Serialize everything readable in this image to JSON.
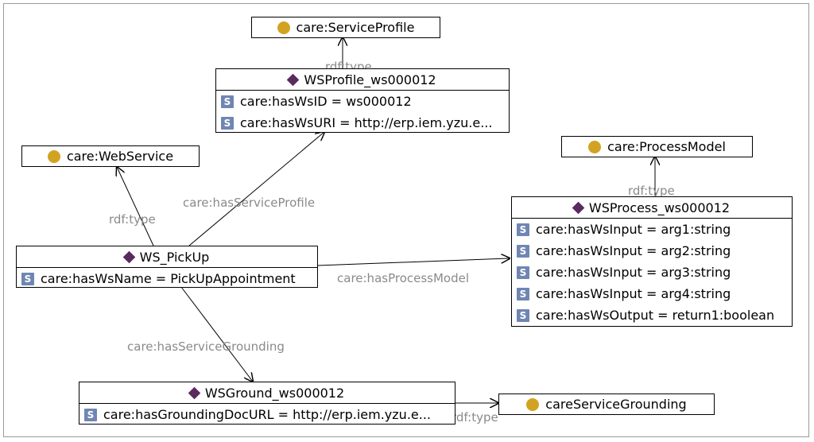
{
  "classes": {
    "service_profile": "care:ServiceProfile",
    "web_service": "care:WebService",
    "process_model": "care:ProcessModel",
    "service_grounding": "careServiceGrounding"
  },
  "individuals": {
    "ws_profile": {
      "name": "WSProfile_ws000012",
      "props": [
        "care:hasWsID = ws000012",
        "care:hasWsURI = http://erp.iem.yzu.e..."
      ]
    },
    "ws_pickup": {
      "name": "WS_PickUp",
      "props": [
        "care:hasWsName = PickUpAppointment"
      ]
    },
    "ws_process": {
      "name": "WSProcess_ws000012",
      "props": [
        "care:hasWsInput = arg1:string",
        "care:hasWsInput = arg2:string",
        "care:hasWsInput = arg3:string",
        "care:hasWsInput = arg4:string",
        "care:hasWsOutput = return1:boolean"
      ]
    },
    "ws_ground": {
      "name": "WSGround_ws000012",
      "props": [
        "care:hasGroundingDocURL = http://erp.iem.yzu.e..."
      ]
    }
  },
  "edge_labels": {
    "rdf_type": "rdf:type",
    "has_service_profile": "care:hasServiceProfile",
    "has_process_model": "care:hasProcessModel",
    "has_service_grounding": "care:hasServiceGrounding"
  },
  "icons": {
    "class": "class-circle-icon",
    "individual": "individual-diamond-icon",
    "property": "string-property-s-icon"
  },
  "colors": {
    "class_dot": "#d2a322",
    "individual_diamond": "#5b2a5e",
    "property_icon": "#6f86b3",
    "edge_label": "#8a8a8a"
  }
}
